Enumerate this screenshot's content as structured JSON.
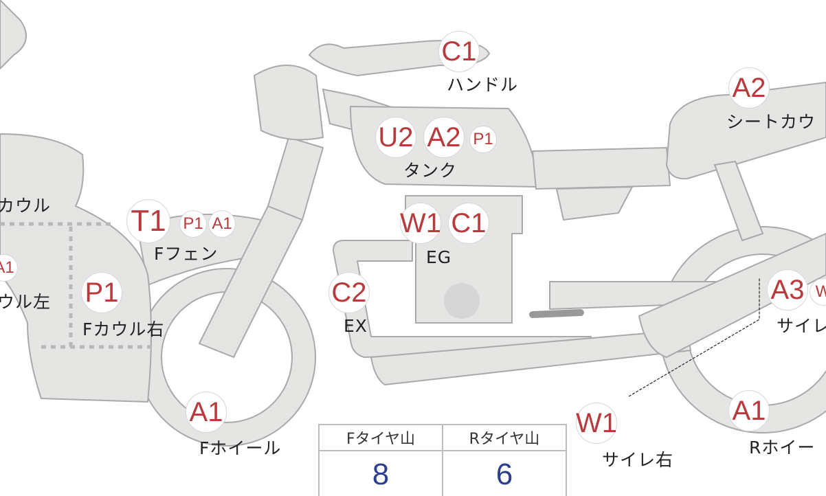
{
  "colors": {
    "badge_text": "#b83a3c",
    "part_fill": "#e5e5e3",
    "part_stroke": "#a9a9a9",
    "value_text": "#2b3f8c"
  },
  "parts": {
    "handle": {
      "label": "ハンドル",
      "codes": [
        "C1"
      ]
    },
    "seat_cowl": {
      "label": "シートカウ",
      "codes": [
        "A2"
      ]
    },
    "tank": {
      "label": "タンク",
      "codes": [
        "U2",
        "A2",
        "P1"
      ]
    },
    "f_fender": {
      "label": "Fフェン",
      "codes": [
        "T1",
        "P1",
        "A1"
      ]
    },
    "f_cowl": {
      "label": "カウル"
    },
    "f_cowl_left": {
      "label": "ウル左",
      "codes": [
        "A1"
      ]
    },
    "f_cowl_right": {
      "label": "Fカウル右",
      "codes": [
        "P1"
      ]
    },
    "engine": {
      "label": "EG",
      "codes": [
        "W1",
        "C1"
      ]
    },
    "exhaust": {
      "label": "EX",
      "codes": [
        "C2"
      ]
    },
    "silencer_left": {
      "label": "サイレ",
      "codes": [
        "A3",
        "W"
      ]
    },
    "f_wheel": {
      "label": "Fホイール",
      "codes": [
        "A1"
      ]
    },
    "silencer_right": {
      "label": "サイレ右",
      "codes": [
        "W1"
      ]
    },
    "r_wheel": {
      "label": "Rホイー",
      "codes": [
        "A1"
      ]
    }
  },
  "tyre_table": {
    "headers": [
      "Fタイヤ山",
      "Rタイヤ山"
    ],
    "values": [
      "8",
      "6"
    ]
  }
}
